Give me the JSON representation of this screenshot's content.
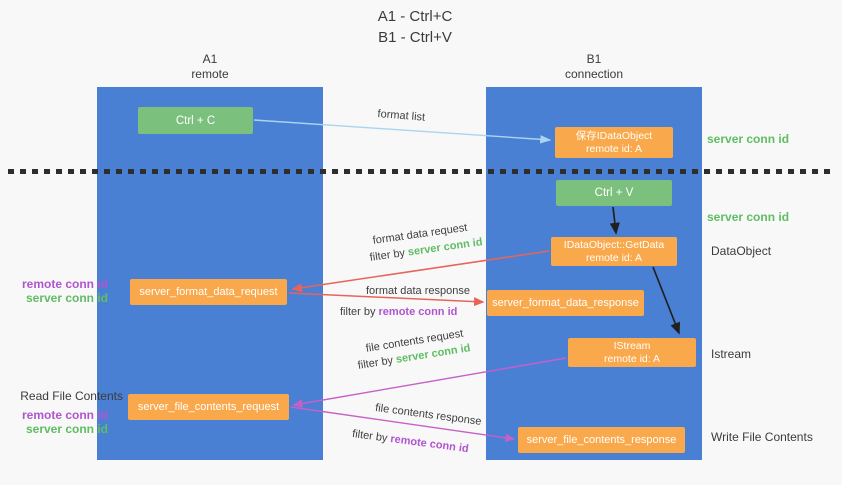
{
  "title": {
    "line1": "A1 - Ctrl+C",
    "line2": "B1 - Ctrl+V"
  },
  "lifelines": {
    "a1": {
      "name": "A1",
      "role": "remote"
    },
    "b1": {
      "name": "B1",
      "role": "connection"
    }
  },
  "nodes": {
    "ctrl_c": {
      "label": "Ctrl + C"
    },
    "save_idataobject": {
      "line1": "保存IDataObject",
      "line2": "remote id: A"
    },
    "ctrl_v": {
      "label": "Ctrl + V"
    },
    "getdata": {
      "line1": "IDataObject::GetData",
      "line2": "remote id: A"
    },
    "format_request": {
      "label": "server_format_data_request"
    },
    "format_response": {
      "label": "server_format_data_response"
    },
    "istream": {
      "line1": "IStream",
      "line2": "remote id: A"
    },
    "file_request": {
      "label": "server_file_contents_request"
    },
    "file_response": {
      "label": "server_file_contents_response"
    }
  },
  "edge_labels": {
    "format_list": "format list",
    "format_data_request": "format data request",
    "format_data_response": "format data response",
    "file_contents_request": "file contents request",
    "file_contents_response": "file contents response",
    "filter_by": "filter by ",
    "server_conn_id": "server conn id",
    "remote_conn_id": "remote conn id"
  },
  "annotations": {
    "right_server_conn_id_1": "server conn id",
    "right_server_conn_id_2": "server conn id",
    "dataobject": "DataObject",
    "istream": "Istream",
    "write_file_contents": "Write File Contents",
    "read_file_contents": "Read File Contents",
    "left_remote_conn_id_1": "remote conn id",
    "left_server_conn_id_1": "server conn id",
    "left_remote_conn_id_2": "remote conn id",
    "left_server_conn_id_2": "server conn id"
  },
  "colors": {
    "lifeline_blue": "#4a80d4",
    "node_green": "#7bc17d",
    "node_orange": "#f9a84b",
    "conn_id_green": "#5fbd63",
    "conn_id_purple": "#b155cf",
    "arrow_red": "#e8645a",
    "arrow_magenta": "#c85fc8",
    "arrow_lightblue": "#a9d5ef",
    "arrow_black": "#202020",
    "background": "#f8f8f8"
  }
}
